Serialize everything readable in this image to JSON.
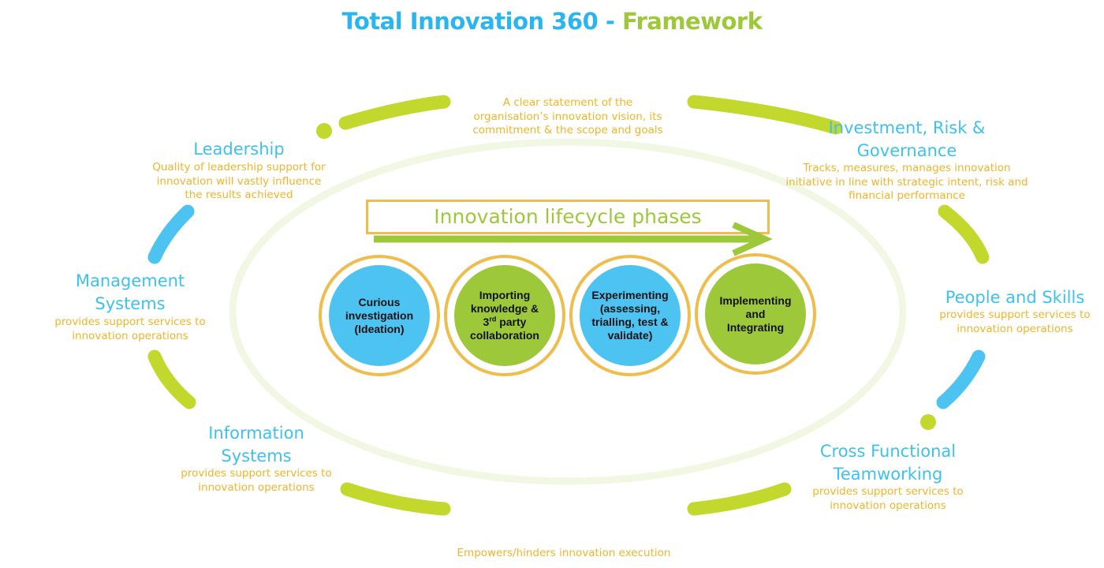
{
  "title": {
    "part1": "Total Innovation 360 - ",
    "part2": "Framework"
  },
  "colors": {
    "blue": "#29b6f0",
    "light_blue": "#3ec1ee",
    "green": "#9cc83a",
    "orange": "#f0b429",
    "gold": "#eebd4e",
    "segment_green": "#c2d82c",
    "segment_blue": "#4cc3f1",
    "faint_ring": "#f2f7e3"
  },
  "vision": {
    "text": "A clear statement of the\norganisation’s innovation vision, its\ncommitment & the  scope and goals"
  },
  "leadership": {
    "heading": "Leadership",
    "description": "Quality of leadership support for\ninnovation will vastly influence\nthe results achieved"
  },
  "investment": {
    "heading": "Investment, Risk &\nGovernance",
    "description": "Tracks, measures,  manages innovation\ninitiative in line with strategic intent, risk and\nfinancial performance"
  },
  "management": {
    "heading": "Management\nSystems",
    "description": "provides support services to\ninnovation operations"
  },
  "people": {
    "heading": "People and Skills",
    "description": "provides support services to\ninnovation operations"
  },
  "information": {
    "heading": "Information\nSystems",
    "description": "provides support services to\ninnovation operations"
  },
  "cross_functional": {
    "heading": "Cross Functional\nTeamworking",
    "description": "provides support services to\ninnovation operations"
  },
  "footer": {
    "text": "Empowers/hinders innovation execution"
  },
  "lifecycle": {
    "label": "Innovation lifecycle phases",
    "phases": [
      {
        "lines": [
          "Curious",
          "investigation",
          "(Ideation)"
        ],
        "color": "#4cc3f1"
      },
      {
        "line1": "Importing",
        "line2": "knowledge &",
        "line3_pre": "3",
        "line3_sup": "rd",
        "line3_post": " party",
        "line4": "collaboration",
        "color": "#9cc83a"
      },
      {
        "lines": [
          "Experimenting",
          "(assessing,",
          "trialling, test &",
          "validate)"
        ],
        "color": "#4cc3f1"
      },
      {
        "lines": [
          "Implementing",
          "and",
          "Integrating"
        ],
        "color": "#9cc83a"
      }
    ]
  }
}
